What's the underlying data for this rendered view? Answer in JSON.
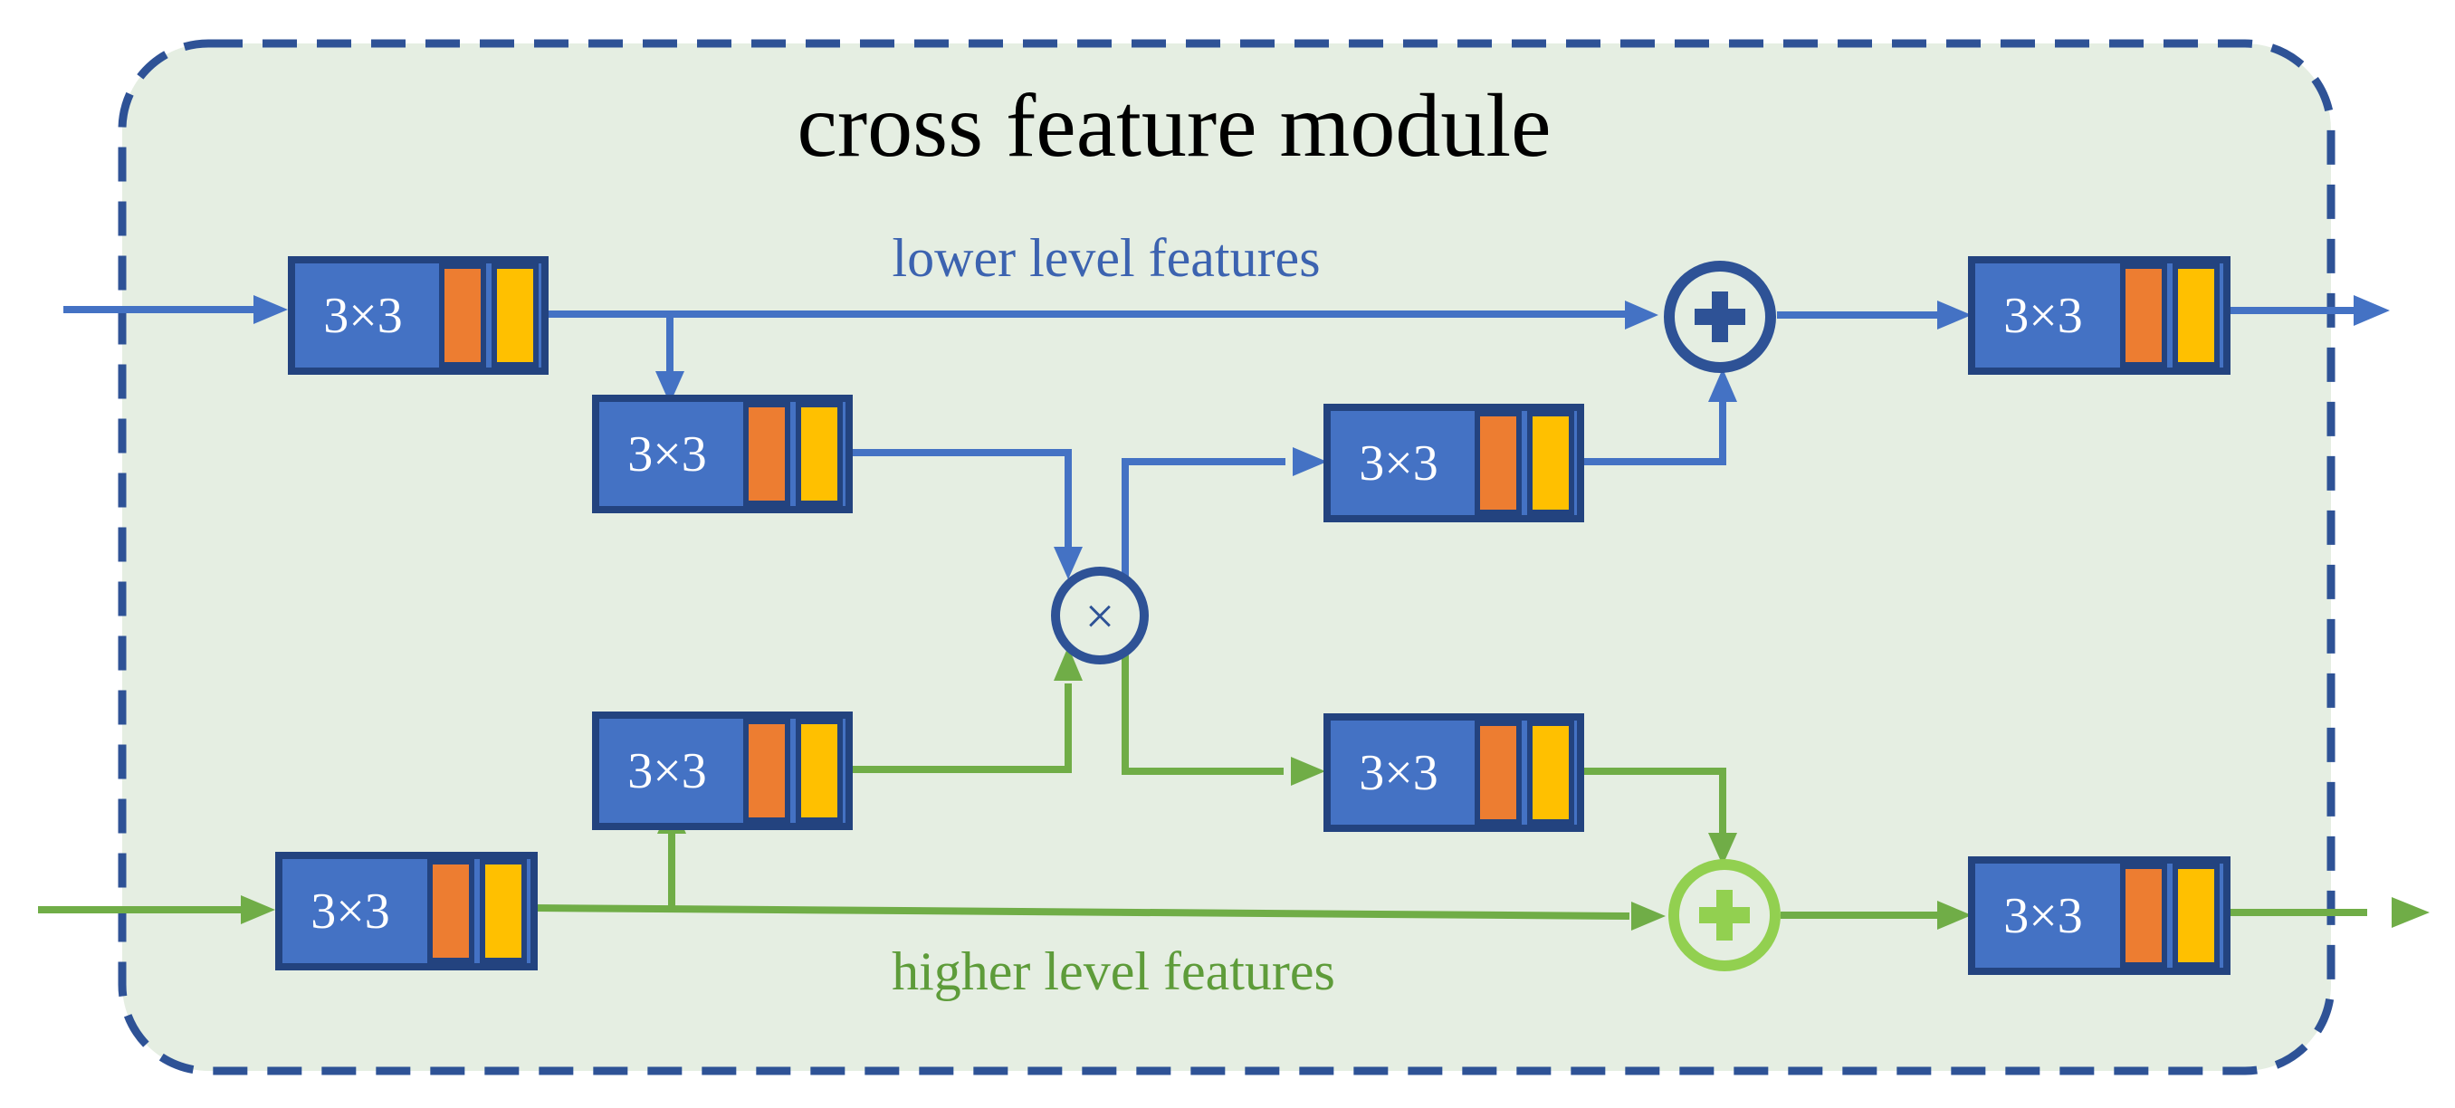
{
  "title": "cross feature module",
  "lower_label": "lower level features",
  "higher_label": "higher level features",
  "conv_label": "3×3",
  "multiply_symbol": "×",
  "colors": {
    "background": "#e5eee2",
    "border": "#2e5296",
    "block_fill": "#4472c4",
    "block_border": "#23437f",
    "orange": "#ed7d31",
    "yellow": "#ffc000",
    "blue_line": "#4472c4",
    "green_line": "#70ad47",
    "green_circle": "#92d050",
    "blue_text": "#3c63b0",
    "green_text": "#5e9c3a"
  }
}
